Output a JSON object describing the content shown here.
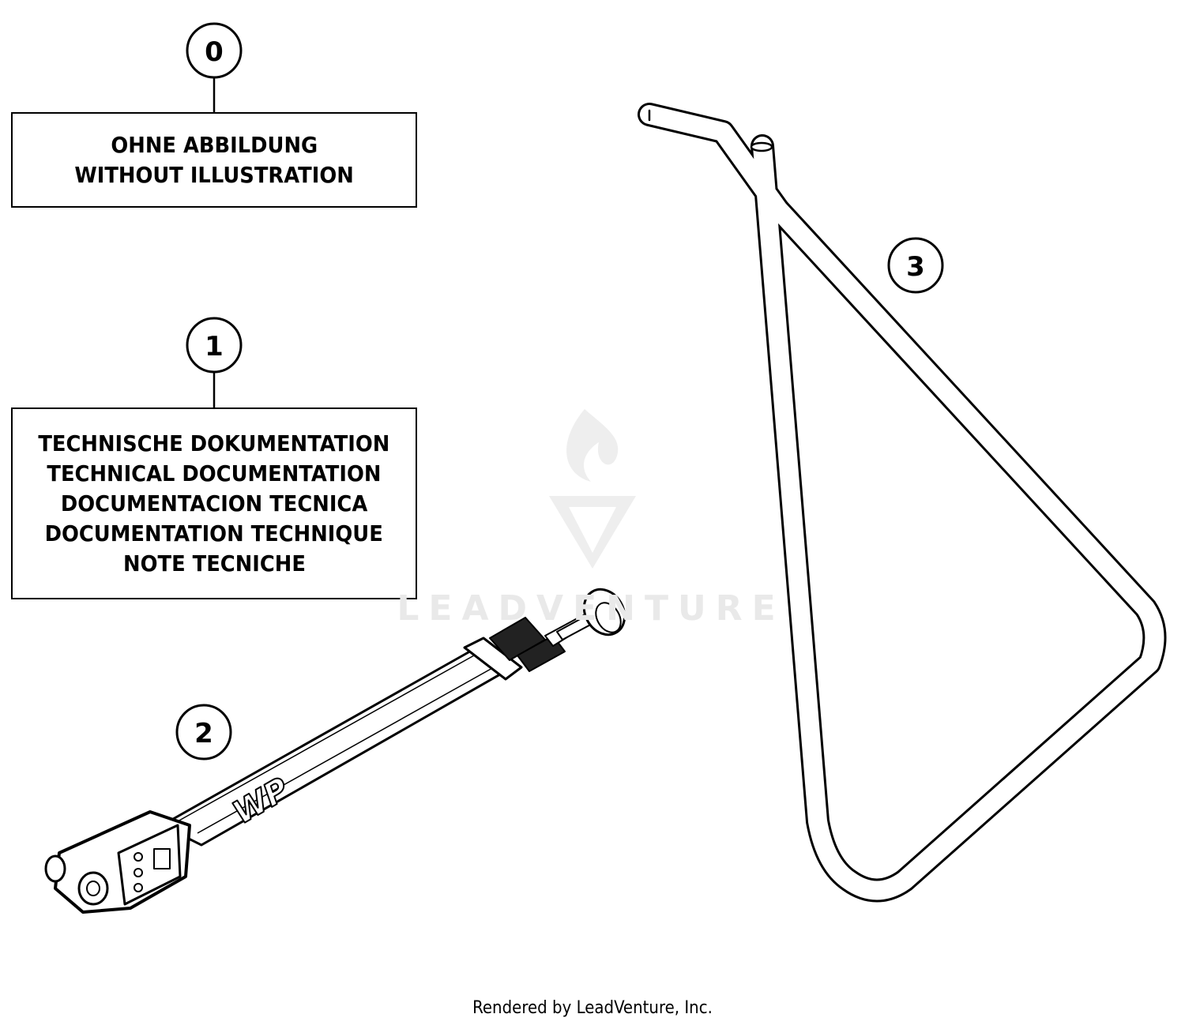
{
  "callouts": [
    {
      "id": "0",
      "label": "0"
    },
    {
      "id": "1",
      "label": "1"
    },
    {
      "id": "2",
      "label": "2"
    },
    {
      "id": "3",
      "label": "3"
    }
  ],
  "box0": {
    "lines": [
      "OHNE ABBILDUNG",
      "WITHOUT ILLUSTRATION"
    ]
  },
  "box1": {
    "lines": [
      "TECHNISCHE DOKUMENTATION",
      "TECHNICAL DOCUMENTATION",
      "DOCUMENTACION TECNICA",
      "DOCUMENTATION TECHNIQUE",
      "NOTE TECNICHE"
    ]
  },
  "pump": {
    "brand_text": "WP",
    "icon": "air-pump-icon"
  },
  "stand": {
    "icon": "triangle-stand-icon"
  },
  "watermark": {
    "text": "LEADVENTURE",
    "icon": "flame-logo-icon"
  },
  "footer": {
    "text": "Rendered by LeadVenture, Inc."
  }
}
